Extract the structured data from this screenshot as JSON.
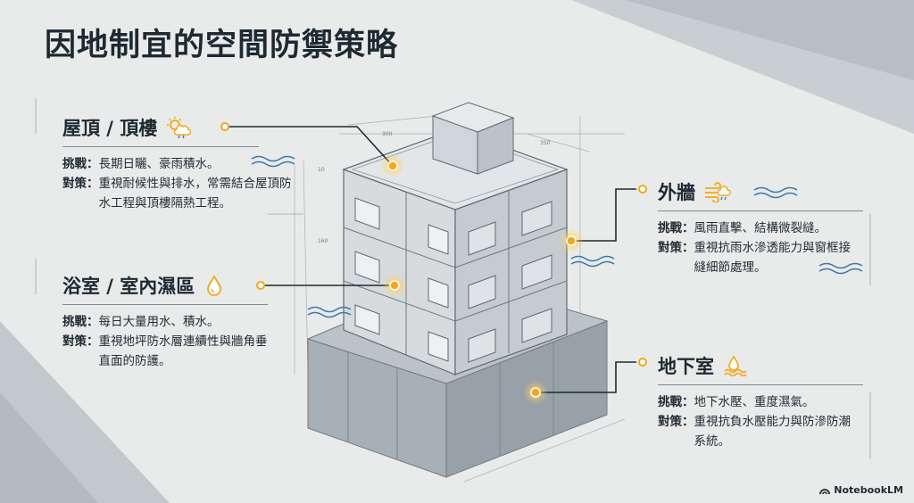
{
  "title": "因地制宜的空間防禦策略",
  "sections": [
    {
      "heading": "屋頂 / 頂樓",
      "icon": "sun-rain-icon",
      "challenge_label": "挑戰：",
      "challenge": "長期日曬、豪雨積水。",
      "strategy_label": "對策：",
      "strategy": "重視耐候性與排水，常需結合屋頂防水工程與頂樓隔熱工程。"
    },
    {
      "heading": "浴室 / 室內濕區",
      "icon": "water-drop-icon",
      "challenge_label": "挑戰：",
      "challenge": "每日大量用水、積水。",
      "strategy_label": "對策：",
      "strategy": "重視地坪防水層連續性與牆角垂直面的防護。"
    },
    {
      "heading": "外牆",
      "icon": "wind-rain-icon",
      "challenge_label": "挑戰：",
      "challenge": "風雨直擊、結構微裂縫。",
      "strategy_label": "對策：",
      "strategy": "重視抗雨水滲透能力與窗框接縫細節處理。"
    },
    {
      "heading": "地下室",
      "icon": "groundwater-icon",
      "challenge_label": "挑戰：",
      "challenge": "地下水壓、重度濕氣。",
      "strategy_label": "對策：",
      "strategy": "重視抗負水壓能力與防滲防潮系統。"
    }
  ],
  "dimensions": [
    "300",
    "350",
    "10",
    "160"
  ],
  "footer": "NotebookLM",
  "colors": {
    "accent": "#f2a818",
    "text": "#1d2933",
    "wave": "#3f78a8",
    "building": "#8d99a3"
  }
}
